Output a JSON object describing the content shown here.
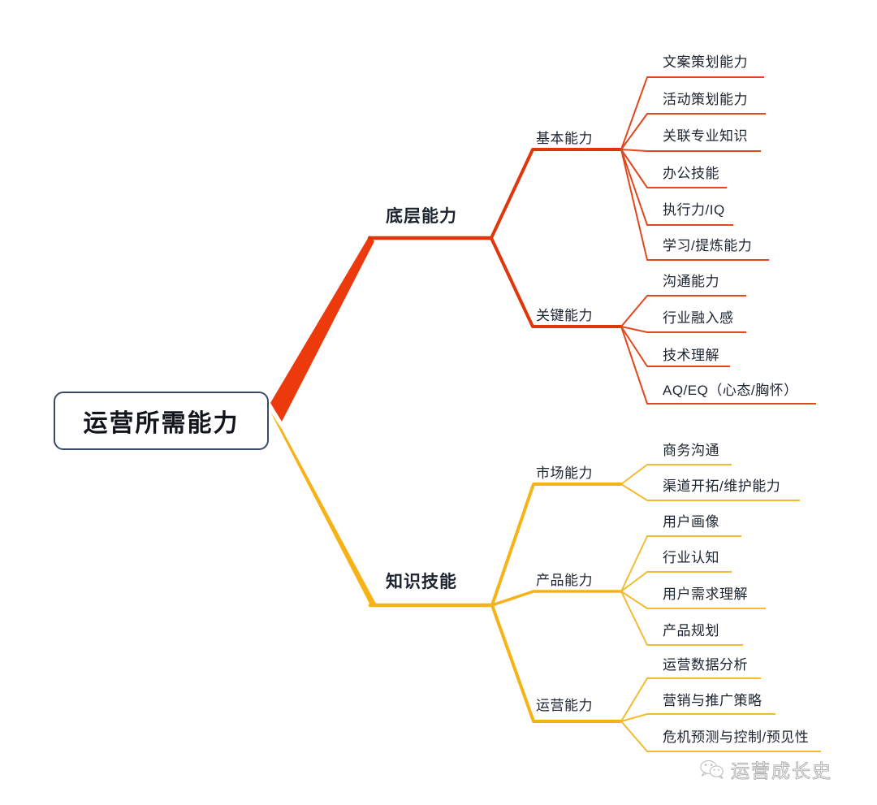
{
  "diagram": {
    "type": "mind-map",
    "title": "运营所需能力",
    "root": {
      "label": "运营所需能力",
      "border_color": "#3c4a66"
    },
    "branches": [
      {
        "label": "底层能力",
        "color": "#e8380d",
        "children": [
          {
            "label": "基本能力",
            "leaves": [
              "文案策划能力",
              "活动策划能力",
              "关联专业知识",
              "办公技能",
              "执行力/IQ",
              "学习/提炼能力"
            ]
          },
          {
            "label": "关键能力",
            "leaves": [
              "沟通能力",
              "行业融入感",
              "技术理解",
              "AQ/EQ（心态/胸怀）"
            ]
          }
        ]
      },
      {
        "label": "知识技能",
        "color": "#f5b517",
        "children": [
          {
            "label": "市场能力",
            "leaves": [
              "商务沟通",
              "渠道开拓/维护能力"
            ]
          },
          {
            "label": "产品能力",
            "leaves": [
              "用户画像",
              "行业认知",
              "用户需求理解",
              "产品规划"
            ]
          },
          {
            "label": "运营能力",
            "leaves": [
              "运营数据分析",
              "营销与推广策略",
              "危机预测与控制/预见性"
            ]
          }
        ]
      }
    ]
  },
  "watermark": {
    "text": "运营成长史",
    "icon": "wechat-icon"
  }
}
